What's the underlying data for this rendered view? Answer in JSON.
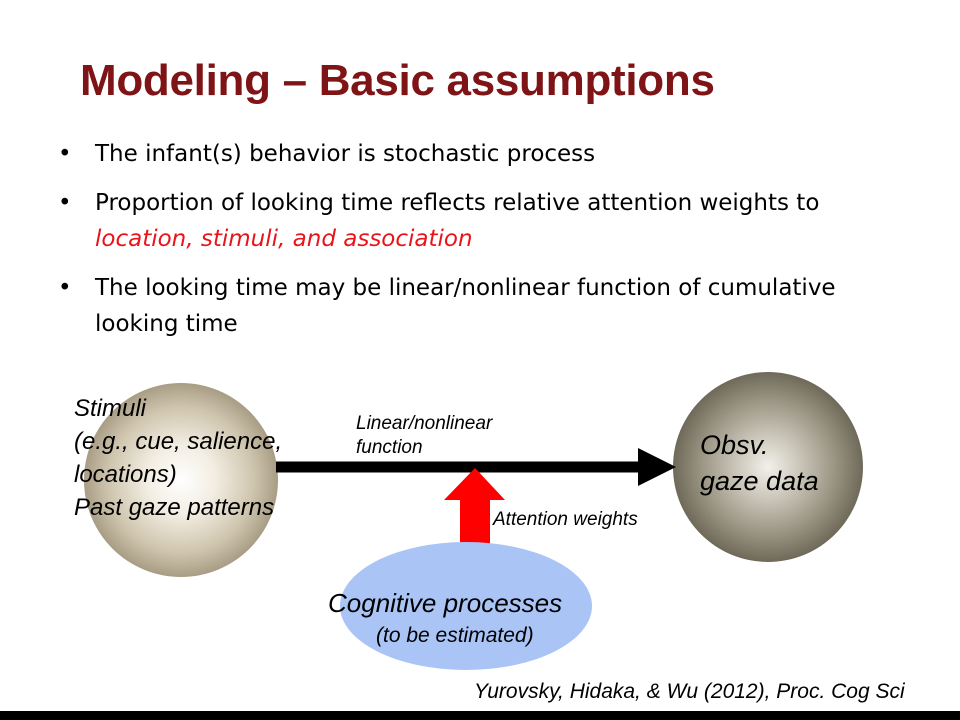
{
  "slide": {
    "title": "Modeling – Basic assumptions",
    "bullets": [
      {
        "text": "The infant(s) behavior is stochastic process"
      },
      {
        "text": "Proportion of looking time reflects relative attention weights to ",
        "highlight": "location, stimuli, and association"
      },
      {
        "text": "The looking time may be linear/nonlinear function of cumulative looking time"
      }
    ]
  },
  "diagram": {
    "stimuli": {
      "lines": [
        "Stimuli",
        "(e.g., cue, salience,",
        "locations)",
        "Past gaze patterns"
      ]
    },
    "arrow_label": [
      "Linear/nonlinear",
      "function"
    ],
    "observed": {
      "lines": [
        "Obsv.",
        "gaze data"
      ]
    },
    "attention_label": "Attention weights",
    "cognitive": {
      "title": "Cognitive  processes",
      "subtitle": "(to be estimated)"
    },
    "colors": {
      "stimuli_circle": "#b7ab93",
      "observed_circle": "#85806f",
      "cognitive_ellipse": "#a9c4f5",
      "up_arrow": "#ff0000",
      "main_arrow": "#000000"
    }
  },
  "citation": "Yurovsky, Hidaka, & Wu (2012), Proc. Cog Sci"
}
